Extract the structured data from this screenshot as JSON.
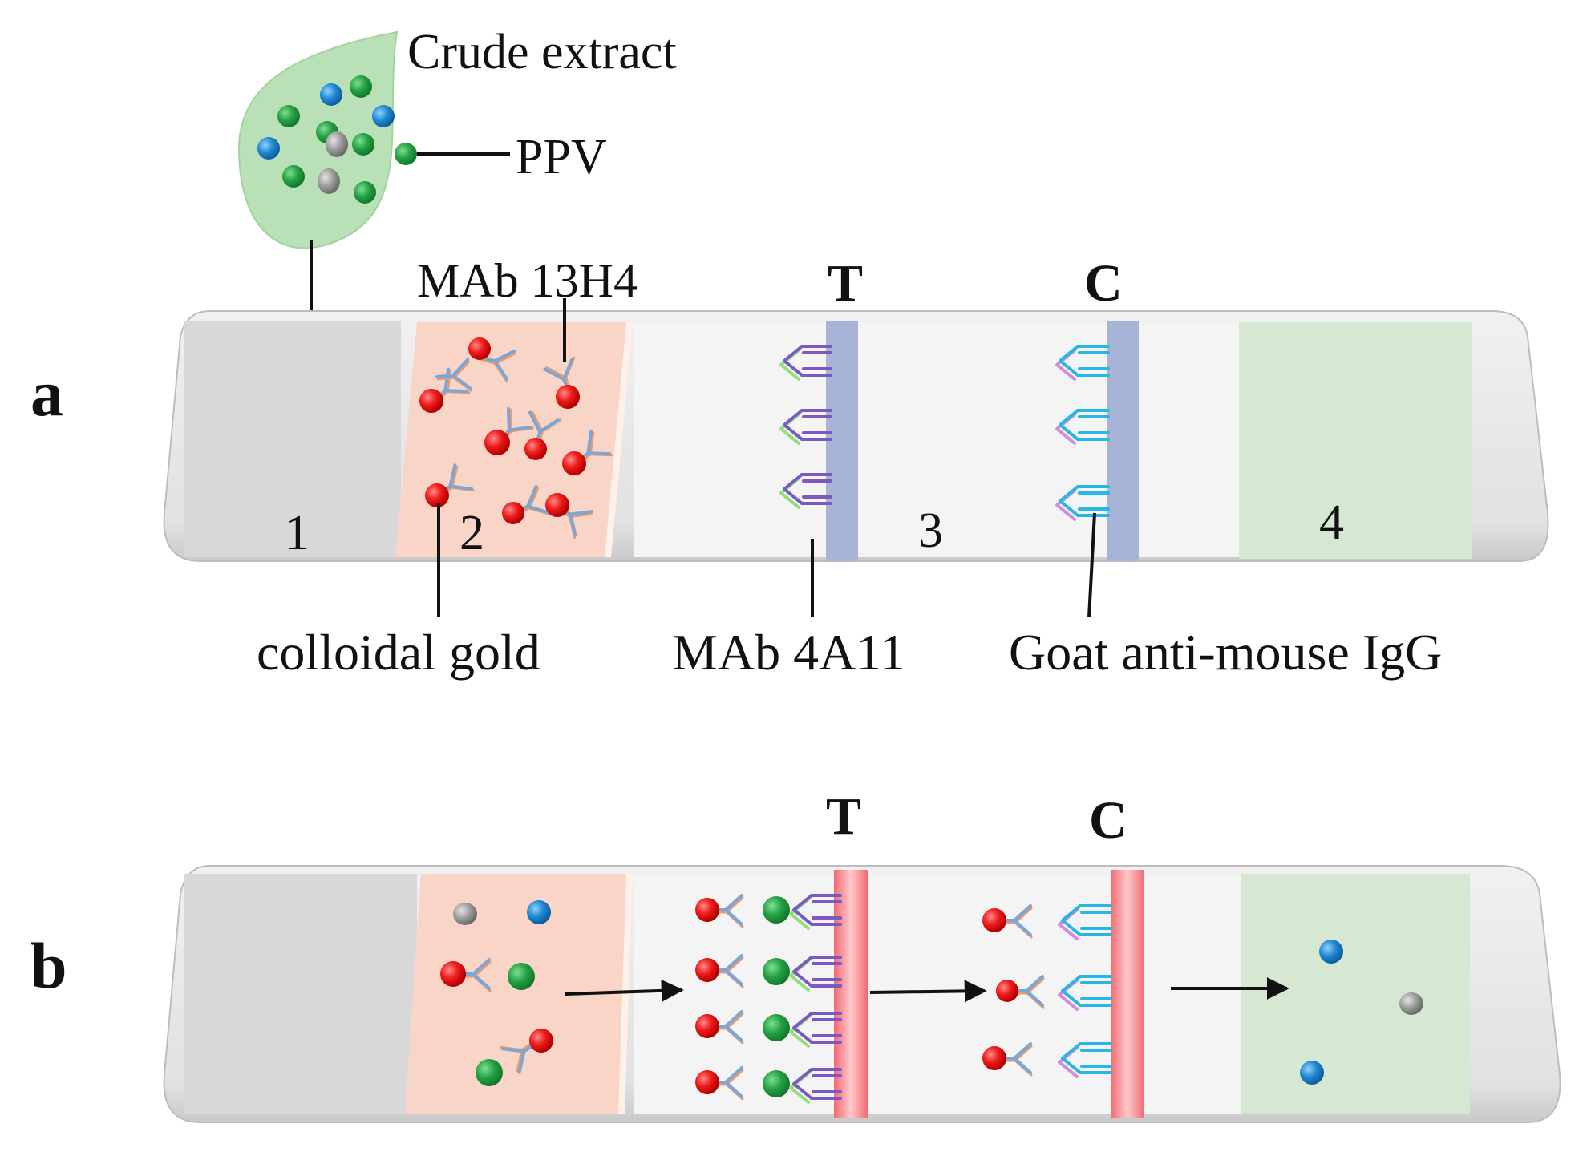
{
  "labels": {
    "crude_extract": "Crude extract",
    "ppv": "PPV",
    "mab_13h4": "MAb 13H4",
    "test_line": "T",
    "control_line": "C",
    "panel_a": "a",
    "panel_b": "b",
    "zone_1": "1",
    "zone_2": "2",
    "zone_3": "3",
    "zone_4": "4",
    "colloidal_gold": "colloidal gold",
    "mab_4a11": "MAb 4A11",
    "goat_anti_mouse_igg": "Goat anti-mouse IgG"
  },
  "colors": {
    "strip": "#e6e6e6",
    "sample_drop": "#b9e0b6",
    "conjugate_pad": "#f8d5c6",
    "absorbent_pad": "#d6e8d2",
    "line_unbound": "#a7b4d6",
    "line_bound": "#f29a9f",
    "gold_particle": "#ef1c1c",
    "ppv_particle": "#24a045",
    "blue_particle": "#1f86d0",
    "grey_particle": "#9c9c9c",
    "antibody_13h4": "#7aa6d8",
    "antibody_4a11": "#7b58c2",
    "antibody_goat": "#27b6e6"
  }
}
